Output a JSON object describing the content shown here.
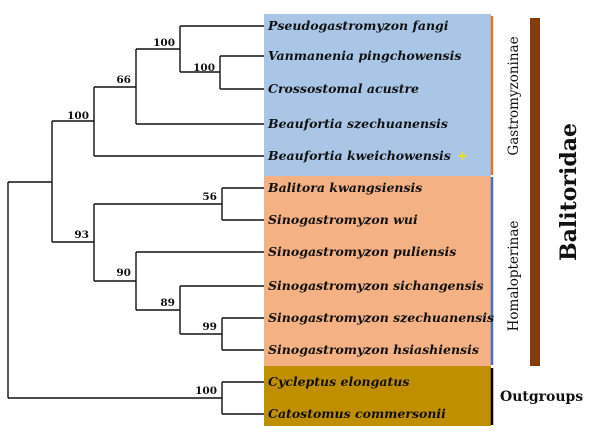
{
  "colors": {
    "gastromyzoninae_box": "#a9c6e7",
    "homalopterinae_box": "#f4b183",
    "outgroup_box": "#bf8f00",
    "gastromyzoninae_bar": "#e07b2e",
    "homalopterinae_bar": "#4472c4",
    "family_bar": "#843c0c",
    "outgroup_bar": "#000000",
    "marker": "#ffe100"
  },
  "taxa": [
    "Pseudogastromyzon fangi",
    "Vanmanenia pingchowensis",
    "Crossostomal acustre",
    "Beaufortia szechuanensis",
    "Beaufortia kweichowensis",
    "Balitora kwangsiensis",
    "Sinogastromyzon wui",
    "Sinogastromyzon puliensis",
    "Sinogastromyzon sichangensis",
    "Sinogastromyzon szechuanensis",
    "Sinogastromyzon hsiashiensis",
    "Cycleptus elongatus",
    "Catostomus commersonii"
  ],
  "marker_symbol": "+",
  "bootstrap": [
    "100",
    "100",
    "66",
    "100",
    "56",
    "93",
    "90",
    "89",
    "99",
    "100"
  ],
  "groups": {
    "gastromyzoninae": "Gastromyzoninae",
    "homalopterinae": "Homalopterinae",
    "family": "Balitoridae",
    "outgroups": "Outgroups"
  }
}
